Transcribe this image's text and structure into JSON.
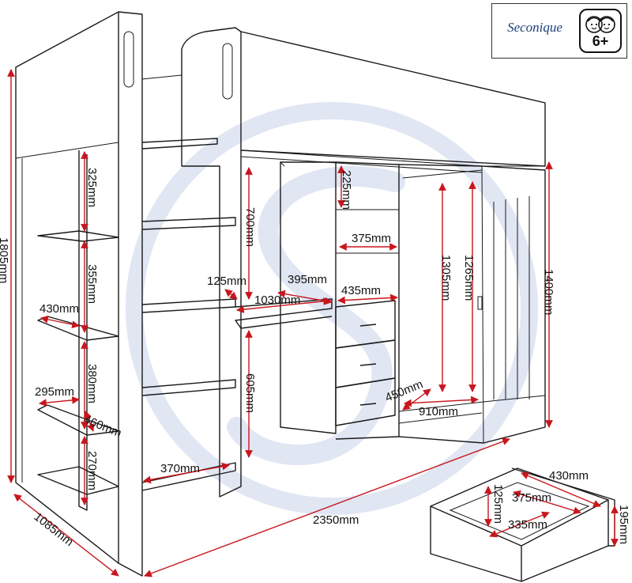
{
  "brand": {
    "name": "Seconique",
    "age_rating": "6+"
  },
  "icons": {
    "kids": "kids-faces-icon"
  },
  "colors": {
    "dimension_arrows": "#c8161d",
    "outline": "#1a1a1a",
    "watermark": "#c9d2ea",
    "brand": "#1e3f7a"
  },
  "dimensions": {
    "overall_height": "1805mm",
    "overall_depth": "1085mm",
    "overall_length": "2350mm",
    "wardrobe_height": "1400mm",
    "shelf_gap_top": "325mm",
    "shelf_gap_2": "355mm",
    "shelf_gap_3": "380mm",
    "shelf_gap_bottom": "270mm",
    "shelf_depth": "430mm",
    "shelf_width": "295mm",
    "ladder_inner_width": "460mm",
    "step_width": "370mm",
    "desk_clearance": "700mm",
    "desk_thickness": "125mm",
    "desk_width": "1030mm",
    "desk_depth": "395mm",
    "desk_leg_height": "605mm",
    "cubby_height": "225mm",
    "cubby_width": "375mm",
    "drawer_unit_width": "435mm",
    "rail_height": "1305mm",
    "rail_height_inner": "1265mm",
    "wardrobe_width": "910mm",
    "wardrobe_depth": "450mm",
    "drawer_outer_width": "430mm",
    "drawer_inner_width": "375mm",
    "drawer_inner_height": "125mm",
    "drawer_inner_depth": "335mm",
    "drawer_outer_height": "195mm"
  }
}
